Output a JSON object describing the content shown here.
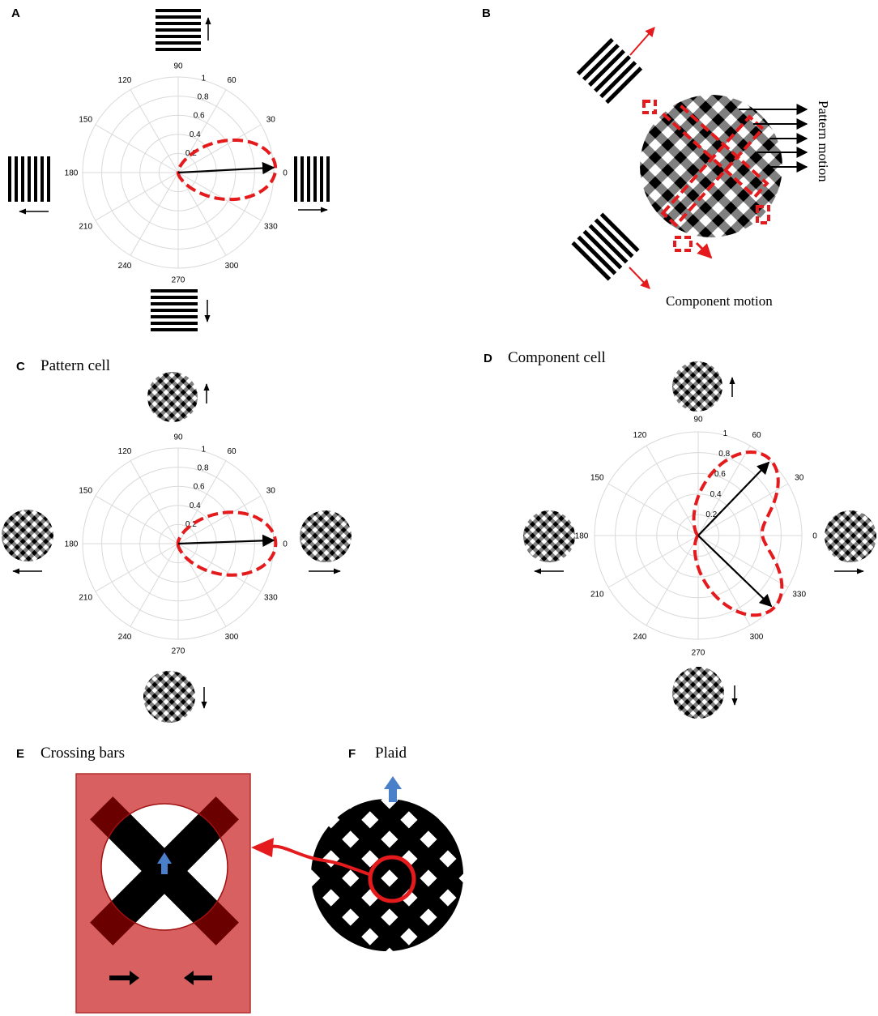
{
  "panels": {
    "A": {
      "letter": "A"
    },
    "B": {
      "letter": "B",
      "pattern_label": "Pattern motion",
      "component_label": "Component motion"
    },
    "C": {
      "letter": "C",
      "title": "Pattern cell"
    },
    "D": {
      "letter": "D",
      "title": "Component cell"
    },
    "E": {
      "letter": "E",
      "title": "Crossing bars"
    },
    "F": {
      "letter": "F",
      "title": "Plaid"
    }
  },
  "colors": {
    "tuning_curve": "#e41a1c",
    "grid": "#d9d9d9",
    "vector": "#000000",
    "crossing_bg": "#d96060",
    "crossing_dark": "#6b0000",
    "plaid_arrow": "#4a7fc9"
  },
  "chart_data": [
    {
      "type": "polar",
      "panel": "A",
      "angle_ticks": [
        "0",
        "30",
        "60",
        "90",
        "120",
        "150",
        "180",
        "210",
        "240",
        "270",
        "300",
        "330"
      ],
      "radial_ticks": [
        "0.2",
        "0.4",
        "0.6",
        "0.8",
        "1"
      ],
      "rlim": [
        0,
        1
      ],
      "grid": true,
      "vectors": [
        {
          "angle": 3,
          "r": 1.0
        }
      ],
      "curve": [
        {
          "angle": 3,
          "peak": 1.02,
          "width": 30
        }
      ]
    },
    {
      "type": "polar",
      "panel": "C",
      "angle_ticks": [
        "0",
        "30",
        "60",
        "90",
        "120",
        "150",
        "180",
        "210",
        "240",
        "270",
        "300",
        "330"
      ],
      "radial_ticks": [
        "0.2",
        "0.4",
        "0.6",
        "0.8",
        "1"
      ],
      "rlim": [
        0,
        1
      ],
      "grid": true,
      "vectors": [
        {
          "angle": 2,
          "r": 1.0
        }
      ],
      "curve": [
        {
          "angle": 0,
          "peak": 1.02,
          "width": 32
        }
      ]
    },
    {
      "type": "polar",
      "panel": "D",
      "angle_ticks": [
        "0",
        "30",
        "60",
        "90",
        "120",
        "150",
        "180",
        "210",
        "240",
        "270",
        "300",
        "330"
      ],
      "radial_ticks": [
        "0.2",
        "0.4",
        "0.6",
        "0.8",
        "1"
      ],
      "rlim": [
        0,
        1
      ],
      "grid": true,
      "vectors": [
        {
          "angle": 46,
          "r": 0.98
        },
        {
          "angle": -44,
          "r": 0.98
        }
      ],
      "curve": [
        {
          "angle": 48,
          "peak": 1.0,
          "width": 30
        },
        {
          "angle": -44,
          "peak": 1.0,
          "width": 30
        }
      ]
    }
  ]
}
